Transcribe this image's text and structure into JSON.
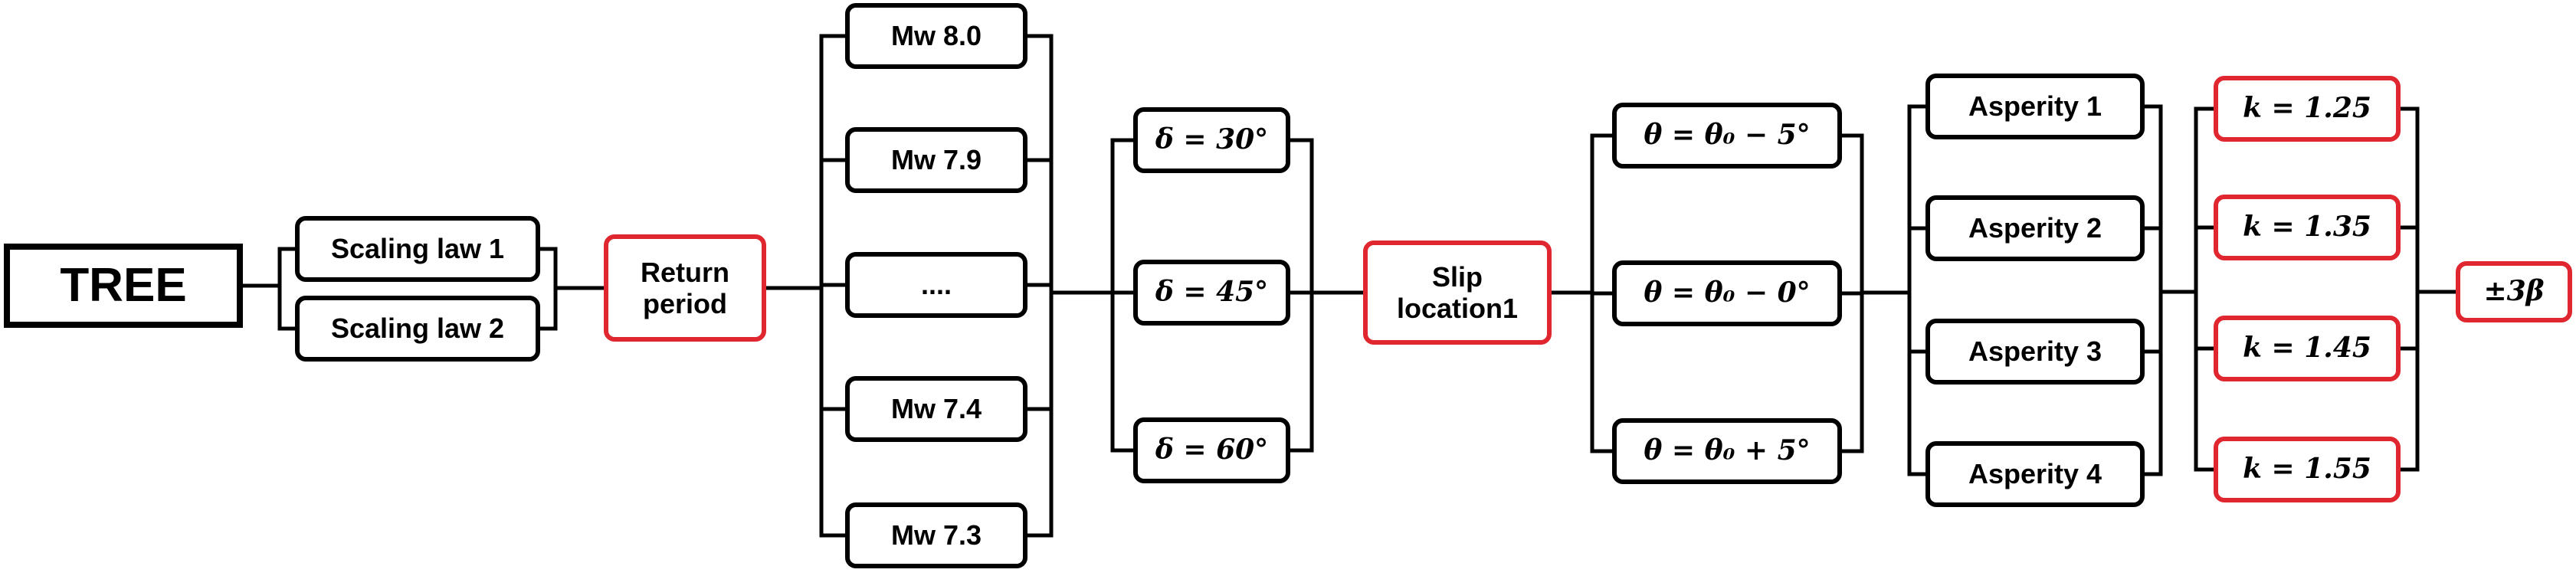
{
  "colors": {
    "stroke": "#000000",
    "highlight": "#e0262e",
    "background": "#ffffff"
  },
  "tree": {
    "root": "TREE",
    "scaling": [
      "Scaling law 1",
      "Scaling law 2"
    ],
    "return_period": "Return period",
    "magnitude": [
      "Mw 8.0",
      "Mw 7.9",
      "....",
      "Mw 7.4",
      "Mw 7.3"
    ],
    "dip": [
      "δ = 30°",
      "δ = 45°",
      "δ = 60°"
    ],
    "slip_location": "Slip location1",
    "strike": [
      "θ = θ₀ − 5°",
      "θ = θ₀ − 0°",
      "θ = θ₀ + 5°"
    ],
    "asperity": [
      "Asperity 1",
      "Asperity 2",
      "Asperity 3",
      "Asperity 4"
    ],
    "k": [
      "k = 1.25",
      "k = 1.35",
      "k = 1.45",
      "k = 1.55"
    ],
    "beta": "±3β"
  }
}
